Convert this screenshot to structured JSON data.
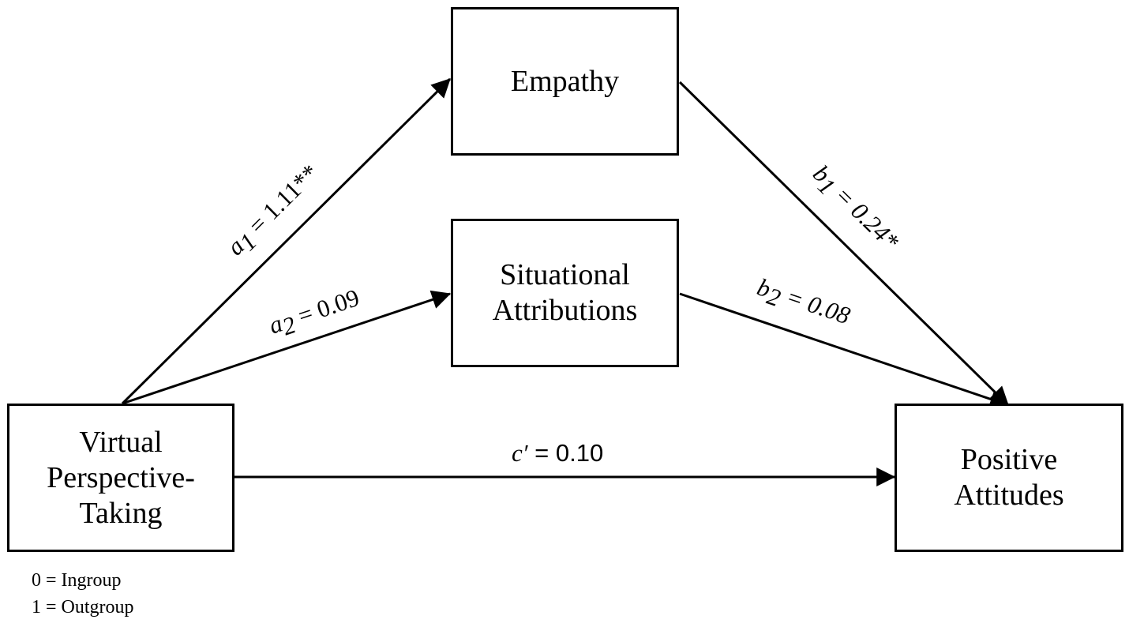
{
  "nodes": {
    "empathy": [
      "Empathy"
    ],
    "situational": [
      "Situational",
      "Attributions"
    ],
    "virtual": [
      "Virtual",
      "Perspective-",
      "Taking"
    ],
    "positive": [
      "Positive",
      "Attitudes"
    ]
  },
  "paths": {
    "a1": {
      "sym": "a",
      "sub": "1",
      "rest": " = 1.11**"
    },
    "a2": {
      "sym": "a",
      "sub": "2",
      "rest": " = 0.09"
    },
    "b1": {
      "sym": "b",
      "sub": "1",
      "rest": " = 0.24*"
    },
    "b2": {
      "sym": "b",
      "sub": "2",
      "rest": " = 0.08"
    },
    "c": {
      "sym": "c′",
      "rest": " = 0.10"
    }
  },
  "coding_note": [
    "0 = Ingroup",
    "1 = Outgroup"
  ]
}
